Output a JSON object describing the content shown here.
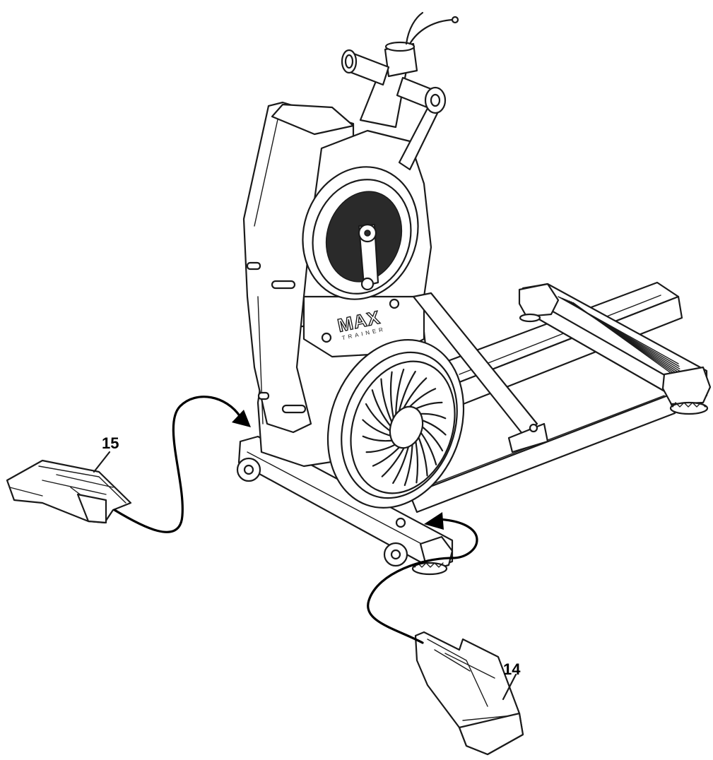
{
  "figure": {
    "callouts": [
      {
        "id": "part-15",
        "label": "15"
      },
      {
        "id": "part-14",
        "label": "14"
      }
    ],
    "brand": {
      "logo": "MAX",
      "sub": "TRAINER"
    }
  }
}
